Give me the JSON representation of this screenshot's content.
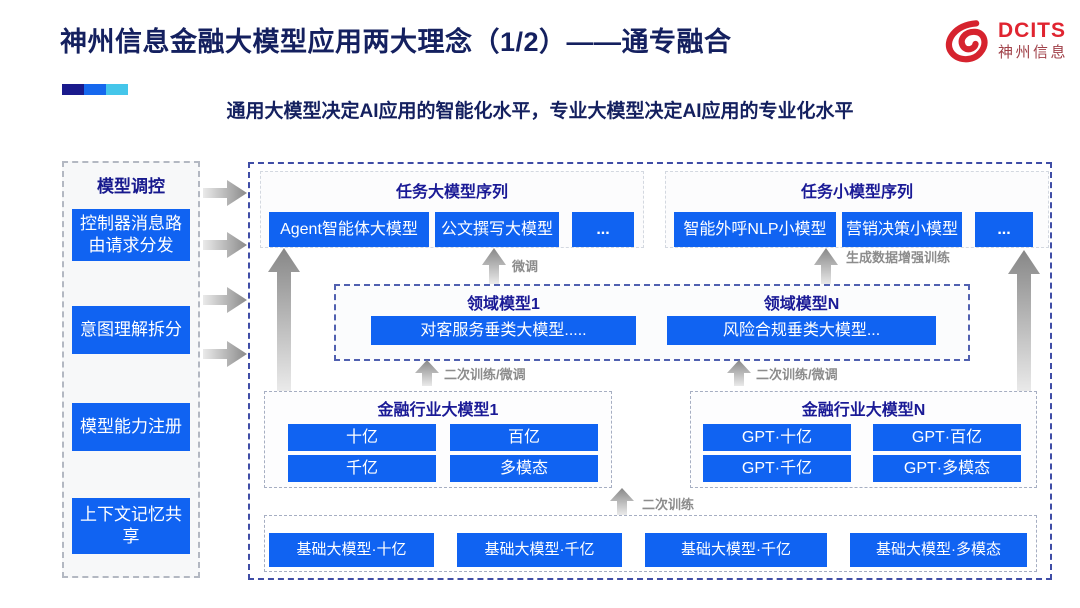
{
  "page": {
    "title": "神州信息金融大模型应用两大理念（1/2）——通专融合",
    "subtitle": "通用大模型决定AI应用的智能化水平，专业大模型决定AI应用的专业化水平"
  },
  "logo": {
    "brand": "DCITS",
    "brand_cn": "神州信息"
  },
  "colors": {
    "accent_blue": "#1063f2",
    "title_navy": "#14205f",
    "header_navy": "#1a1a96",
    "logo_red": "#e02430",
    "bar_segments": [
      "#1a1a8c",
      "#1668ee",
      "#45c6ea"
    ]
  },
  "sidebar": {
    "title": "模型调控",
    "items": [
      {
        "label": "控制器消息路由请求分发"
      },
      {
        "label": "意图理解拆分"
      },
      {
        "label": "模型能力注册"
      },
      {
        "label": "上下文记忆共享"
      }
    ]
  },
  "diagram": {
    "task_large": {
      "title": "任务大模型序列",
      "items": [
        "Agent智能体大模型",
        "公文撰写大模型",
        "..."
      ]
    },
    "task_small": {
      "title": "任务小模型序列",
      "items": [
        "智能外呼NLP小模型",
        "营销决策小模型",
        "..."
      ]
    },
    "domain_left": {
      "title": "领域模型1",
      "item": "对客服务垂类大模型....."
    },
    "domain_right": {
      "title": "领域模型N",
      "item": "风险合规垂类大模型..."
    },
    "industry_left": {
      "title": "金融行业大模型1",
      "items": [
        "十亿",
        "百亿",
        "千亿",
        "多模态"
      ]
    },
    "industry_right": {
      "title": "金融行业大模型N",
      "items": [
        "GPT·十亿",
        "GPT·百亿",
        "GPT·千亿",
        "GPT·多模态"
      ]
    },
    "base": {
      "items": [
        "基础大模型·十亿",
        "基础大模型·千亿",
        "基础大模型·千亿",
        "基础大模型·多模态"
      ]
    },
    "arrow_labels": {
      "fine_tune": "微调",
      "gen_data_train": "生成数据增强训练",
      "secondary_left": "二次训练/微调",
      "secondary_right": "二次训练/微调",
      "secondary_train": "二次训练"
    }
  }
}
